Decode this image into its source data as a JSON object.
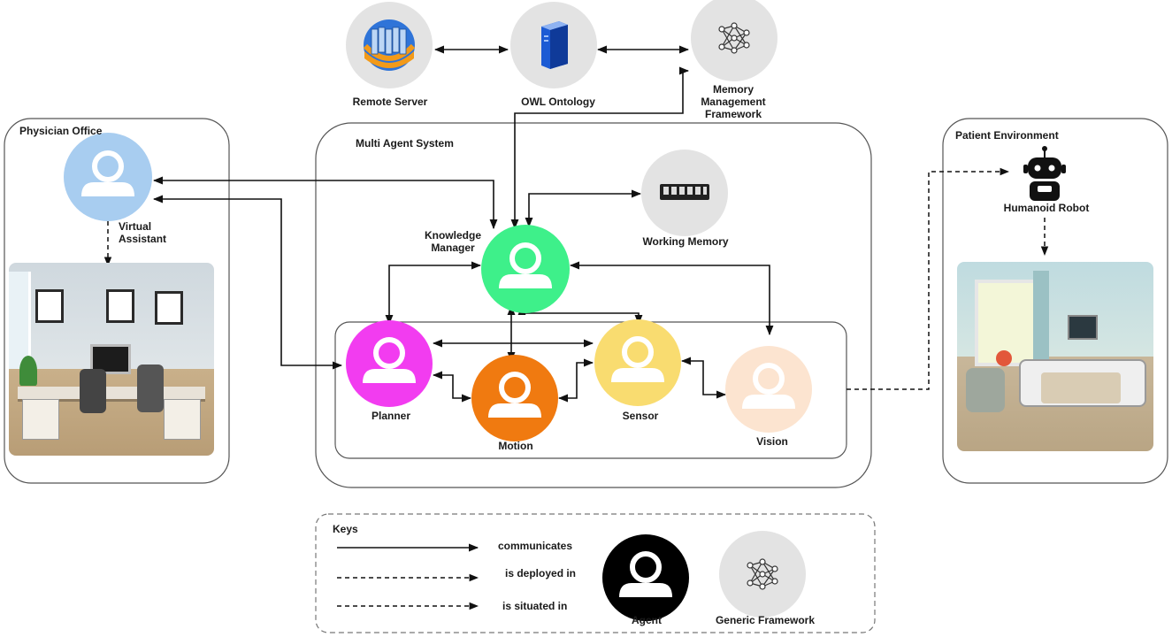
{
  "diagram": {
    "top_nodes": {
      "remote_server": "Remote Server",
      "owl_ontology": "OWL Ontology",
      "memory_framework": "Memory Management Framework"
    },
    "regions": {
      "physician_office": "Physician Office",
      "multi_agent_system": "Multi Agent System",
      "patient_environment": "Patient Environment"
    },
    "agents": {
      "virtual_assistant": "Virtual Assistant",
      "knowledge_manager": "Knowledge Manager",
      "planner": "Planner",
      "motion": "Motion",
      "sensor": "Sensor",
      "vision": "Vision"
    },
    "working_memory": "Working Memory",
    "humanoid_robot": "Humanoid Robot",
    "colors": {
      "virtual_assistant": "#a8cdf0",
      "knowledge_manager": "#3ef08a",
      "planner": "#f23cf0",
      "motion": "#f07a10",
      "sensor": "#f9dc70",
      "vision": "#fce4d0",
      "framework_grey": "#e3e3e3"
    }
  },
  "legend": {
    "title": "Keys",
    "communicates": "communicates",
    "deployed_in": "is deployed in",
    "situated_in": "is situated in",
    "agent": "Agent",
    "generic_framework": "Generic Framework"
  }
}
